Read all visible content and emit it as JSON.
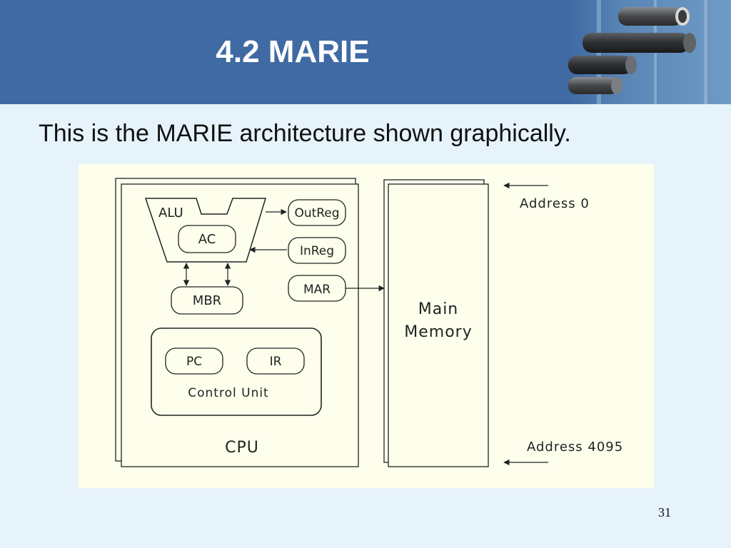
{
  "slide": {
    "title": "4.2 MARIE",
    "subtitle": "This is the MARIE architecture shown graphically.",
    "page_number": "31"
  },
  "colors": {
    "header_band": "#3f6aa3",
    "slide_background": "#e6f3fb",
    "diagram_background": "#fefeed",
    "outline": "#222222"
  },
  "diagram": {
    "cpu": {
      "label": "CPU",
      "alu_label": "ALU",
      "ac_label": "AC",
      "mbr_label": "MBR",
      "control_unit_label": "Control Unit",
      "pc_label": "PC",
      "ir_label": "IR",
      "outreg_label": "OutReg",
      "inreg_label": "InReg",
      "mar_label": "MAR"
    },
    "memory": {
      "label_line1": "Main",
      "label_line2": "Memory",
      "address_top": "Address 0",
      "address_bottom": "Address 4095"
    }
  }
}
